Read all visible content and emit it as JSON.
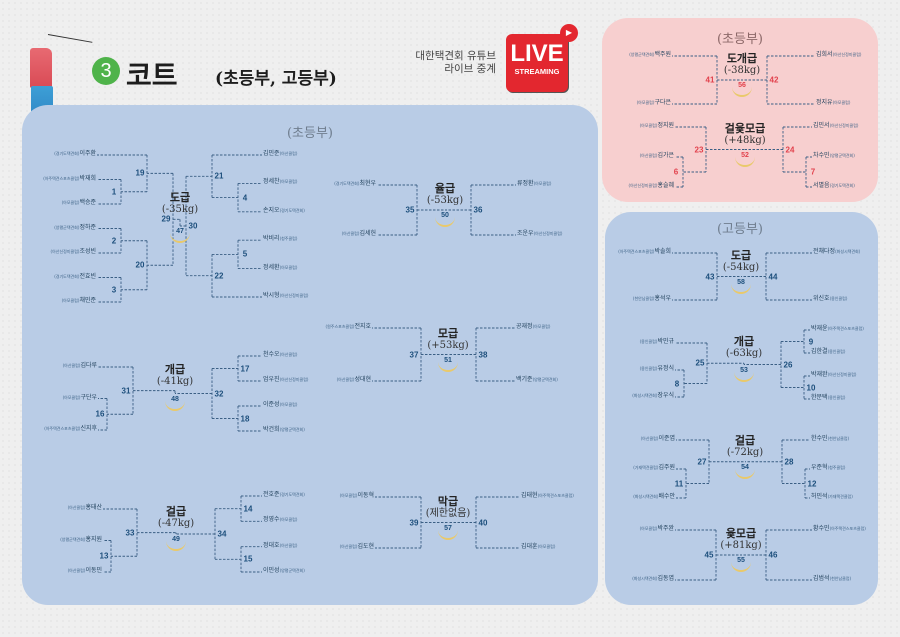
{
  "header": {
    "section_number": "3",
    "title": "코트",
    "subtitle": "(초등부, 고등부)",
    "youtube_line1": "대한택견회 유튜브",
    "youtube_line2": "라이브 중계",
    "live_label": "LIVE",
    "streaming_label": "STREAMING"
  },
  "colors": {
    "blue_panel": "#b9cce6",
    "pink_panel": "#f7cfcf",
    "blue_number": "#1d4f7c",
    "red_number": "#e2414c",
    "green_badge": "#4fb34a",
    "live_red": "#e3272f"
  },
  "panels": {
    "main_title": "(초등부)",
    "pink_title": "(초등부)",
    "high_title": "(고등부)"
  },
  "brackets": [
    {
      "category": "도급",
      "weight": "(-35kg)",
      "final": "47",
      "left": {
        "match": "29",
        "children": [
          {
            "match": "19",
            "children": [
              {
                "club": "경기도택견회",
                "name": "이주환"
              },
              {
                "match": "1",
                "children": [
                  {
                    "club": "아주택견스포츠클럽",
                    "name": "박재희"
                  },
                  {
                    "club": "아모클럽",
                    "name": "백승준"
                  }
                ]
              }
            ]
          },
          {
            "match": "20",
            "children": [
              {
                "match": "2",
                "children": [
                  {
                    "club": "양평군택견회",
                    "name": "정하준"
                  },
                  {
                    "club": "아산신정미클럽",
                    "name": "조성빈"
                  }
                ]
              },
              {
                "match": "3",
                "children": [
                  {
                    "club": "경기도택견회",
                    "name": "전효빈"
                  },
                  {
                    "club": "아모클럽",
                    "name": "채민준"
                  }
                ]
              }
            ]
          }
        ]
      },
      "right": {
        "match": "30",
        "children": [
          {
            "match": "21",
            "children": [
              {
                "club": "아산클럽",
                "name": "김민준"
              },
              {
                "match": "4",
                "children": [
                  {
                    "club": "아모클럽",
                    "name": "정세찬"
                  },
                  {
                    "club": "경기도택견회",
                    "name": "손지오"
                  }
                ]
              }
            ]
          },
          {
            "match": "22",
            "children": [
              {
                "match": "5",
                "children": [
                  {
                    "club": "청주클럽",
                    "name": "박비리"
                  },
                  {
                    "club": "아모클럽",
                    "name": "정세환"
                  }
                ]
              },
              {
                "club": "아산신정미클럽",
                "name": "박시형"
              }
            ]
          }
        ]
      }
    },
    {
      "category": "율급",
      "weight": "(-53kg)",
      "final": "50",
      "left": {
        "match": "35",
        "children": [
          {
            "club": "경기도택견회",
            "name": "최현우"
          },
          {
            "club": "아산클럽",
            "name": "김세헌"
          }
        ]
      },
      "right": {
        "match": "36",
        "children": [
          {
            "club": "아모클럽",
            "name": "류정환"
          },
          {
            "club": "아산신정미클럽",
            "name": "조운우"
          }
        ]
      }
    },
    {
      "category": "모급",
      "weight": "(+53kg)",
      "final": "51",
      "left": {
        "match": "37",
        "children": [
          {
            "club": "원주스포츠클럽",
            "name": "전지호"
          },
          {
            "club": "아산클럽",
            "name": "성대현"
          }
        ]
      },
      "right": {
        "match": "38",
        "children": [
          {
            "club": "아모클럽",
            "name": "공재정"
          },
          {
            "club": "양평군택견회",
            "name": "백기준"
          }
        ]
      }
    },
    {
      "category": "개급",
      "weight": "(-41kg)",
      "final": "48",
      "left": {
        "match": "31",
        "children": [
          {
            "club": "아산클럽",
            "name": "김다루"
          },
          {
            "match": "16",
            "children": [
              {
                "club": "아모클럽",
                "name": "구단우"
              },
              {
                "club": "아주택견스포츠클럽",
                "name": "신지후"
              }
            ]
          }
        ]
      },
      "right": {
        "match": "32",
        "children": [
          {
            "match": "17",
            "children": [
              {
                "club": "아산클럽",
                "name": "천수오"
              },
              {
                "club": "아산신정미클럽",
                "name": "엄우진"
              }
            ]
          },
          {
            "match": "18",
            "children": [
              {
                "club": "아모클럽",
                "name": "이준성"
              },
              {
                "club": "양평군택견회",
                "name": "박건희"
              }
            ]
          }
        ]
      }
    },
    {
      "category": "걸급",
      "weight": "(-47kg)",
      "final": "49",
      "left": {
        "match": "33",
        "children": [
          {
            "club": "아산클럽",
            "name": "홍태산"
          },
          {
            "match": "13",
            "children": [
              {
                "club": "양평군택견회",
                "name": "홍지원"
              },
              {
                "club": "아산클럽",
                "name": "이동민"
              }
            ]
          }
        ]
      },
      "right": {
        "match": "34",
        "children": [
          {
            "match": "14",
            "children": [
              {
                "club": "경기도택견회",
                "name": "전호준"
              },
              {
                "club": "아모클럽",
                "name": "정영수"
              }
            ]
          },
          {
            "match": "15",
            "children": [
              {
                "club": "아산클럽",
                "name": "정대호"
              },
              {
                "club": "양평군택견회",
                "name": "이민성"
              }
            ]
          }
        ]
      }
    },
    {
      "category": "막급",
      "weight": "(제한없음)",
      "final": "57",
      "left": {
        "match": "39",
        "children": [
          {
            "club": "아모클럽",
            "name": "이동혁"
          },
          {
            "club": "아산클럽",
            "name": "김도현"
          }
        ]
      },
      "right": {
        "match": "40",
        "children": [
          {
            "club": "아주택견스포츠클럽",
            "name": "김태현"
          },
          {
            "club": "아모클럽",
            "name": "김대훈"
          }
        ]
      }
    },
    {
      "category": "도개급",
      "weight": "(-38kg)",
      "final": "56",
      "left": {
        "match": "41",
        "children": [
          {
            "club": "양평군택견회",
            "name": "백주원"
          },
          {
            "club": "아모클럽",
            "name": "구다은"
          }
        ]
      },
      "right": {
        "match": "42",
        "children": [
          {
            "club": "아산신정미클럽",
            "name": "김희서"
          },
          {
            "club": "아모클럽",
            "name": "정지유"
          }
        ]
      }
    },
    {
      "category": "걸윷모급",
      "weight": "(+48kg)",
      "final": "52",
      "left": {
        "match": "23",
        "children": [
          {
            "club": "아모클럽",
            "name": "정지원"
          },
          {
            "match": "6",
            "children": [
              {
                "club": "아산클럽",
                "name": "김가은"
              },
              {
                "club": "아산신정미클럽",
                "name": "홍슬혜"
              }
            ]
          }
        ]
      },
      "right": {
        "match": "24",
        "children": [
          {
            "club": "아산신정미클럽",
            "name": "김민서"
          },
          {
            "match": "7",
            "children": [
              {
                "club": "양평군택견회",
                "name": "차수민"
              },
              {
                "club": "경기도택견회",
                "name": "서별음"
              }
            ]
          }
        ]
      }
    },
    {
      "category": "도급",
      "weight": "(-54kg)",
      "final": "58",
      "left": {
        "match": "43",
        "children": [
          {
            "club": "아주택견스포츠클럽",
            "name": "박솔희"
          },
          {
            "club": "천안남클럽",
            "name": "홍석우"
          }
        ]
      },
      "right": {
        "match": "44",
        "children": [
          {
            "club": "화성시택견회",
            "name": "전채다정"
          },
          {
            "club": "용인클럽",
            "name": "위신호"
          }
        ]
      }
    },
    {
      "category": "개급",
      "weight": "(-63kg)",
      "final": "53",
      "left": {
        "match": "25",
        "children": [
          {
            "club": "용인클럽",
            "name": "박민규"
          },
          {
            "match": "8",
            "children": [
              {
                "club": "용인클럽",
                "name": "유정식"
              },
              {
                "club": "화성시택견회",
                "name": "장우식"
              }
            ]
          }
        ]
      },
      "right": {
        "match": "26",
        "children": [
          {
            "match": "9",
            "children": [
              {
                "club": "아주택견스포츠클럽",
                "name": "박재윤"
              },
              {
                "club": "용인클럽",
                "name": "김한결"
              }
            ]
          },
          {
            "match": "10",
            "children": [
              {
                "club": "아산신정미클럽",
                "name": "박재완"
              },
              {
                "club": "용인클럽",
                "name": "한문택"
              }
            ]
          }
        ]
      }
    },
    {
      "category": "걸급",
      "weight": "(-72kg)",
      "final": "54",
      "left": {
        "match": "27",
        "children": [
          {
            "club": "아산클럽",
            "name": "이준엽"
          },
          {
            "match": "11",
            "children": [
              {
                "club": "가재택견클럽",
                "name": "김주원"
              },
              {
                "club": "화성시택견회",
                "name": "배수안"
              }
            ]
          }
        ]
      },
      "right": {
        "match": "28",
        "children": [
          {
            "club": "천안남클럽",
            "name": "한수민"
          },
          {
            "match": "12",
            "children": [
              {
                "club": "청주클럽",
                "name": "우준혁"
              },
              {
                "club": "가재택견클럽",
                "name": "허민석"
              }
            ]
          }
        ]
      }
    },
    {
      "category": "윷모급",
      "weight": "(+81kg)",
      "final": "55",
      "left": {
        "match": "45",
        "children": [
          {
            "club": "아모클럽",
            "name": "박주완"
          },
          {
            "club": "화성시택견회",
            "name": "김동엽"
          }
        ]
      },
      "right": {
        "match": "46",
        "children": [
          {
            "club": "아주택견스포츠클럽",
            "name": "황수민"
          },
          {
            "club": "천안남클럽",
            "name": "김범석"
          }
        ]
      }
    }
  ]
}
